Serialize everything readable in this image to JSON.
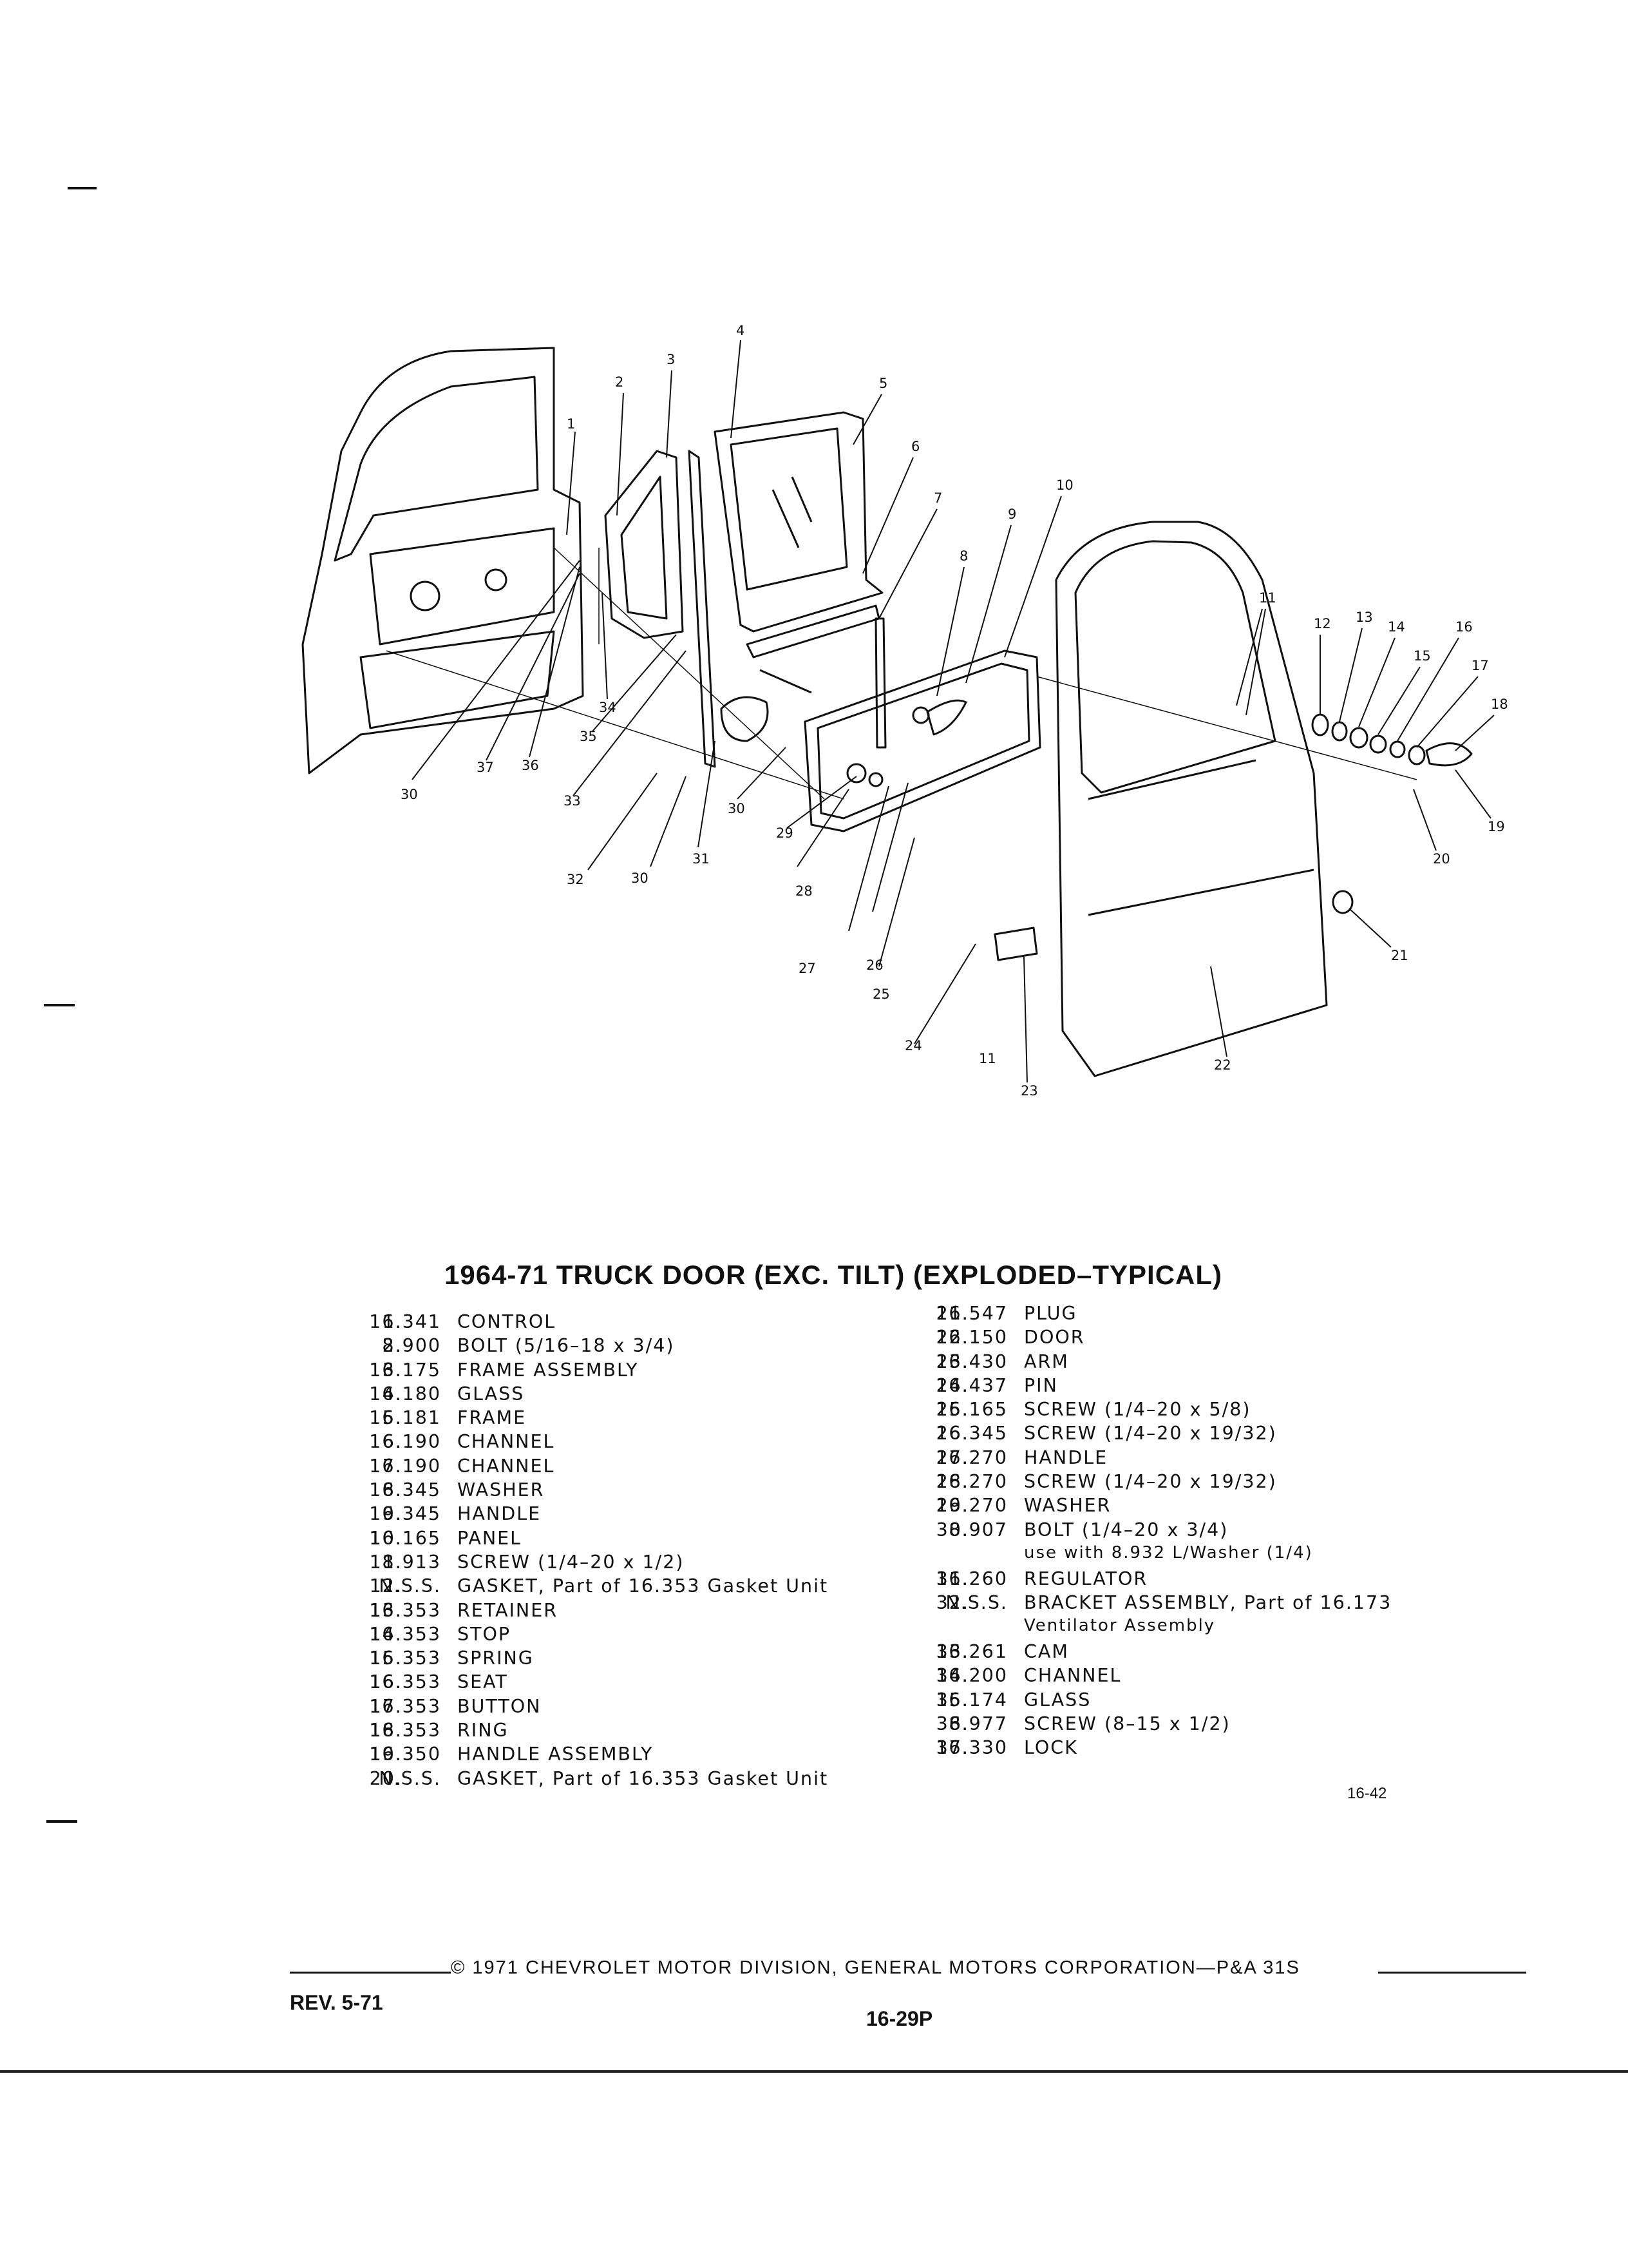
{
  "title": "1964-71 TRUCK DOOR (EXC. TILT) (EXPLODED–TYPICAL)",
  "parts_left": [
    {
      "num": "1.",
      "code": "16.341",
      "desc": "CONTROL"
    },
    {
      "num": "2.",
      "code": "8.900",
      "desc": "BOLT (5/16–18 x 3/4)"
    },
    {
      "num": "3.",
      "code": "16.175",
      "desc": "FRAME ASSEMBLY"
    },
    {
      "num": "4.",
      "code": "16.180",
      "desc": "GLASS"
    },
    {
      "num": "5.",
      "code": "16.181",
      "desc": "FRAME"
    },
    {
      "num": "6.",
      "code": "16.190",
      "desc": "CHANNEL"
    },
    {
      "num": "7.",
      "code": "16.190",
      "desc": "CHANNEL"
    },
    {
      "num": "8.",
      "code": "16.345",
      "desc": "WASHER"
    },
    {
      "num": "9.",
      "code": "16.345",
      "desc": "HANDLE"
    },
    {
      "num": "10.",
      "code": "16.165",
      "desc": "PANEL"
    },
    {
      "num": "11.",
      "code": "8.913",
      "desc": "SCREW (1/4–20 x 1/2)"
    },
    {
      "num": "12.",
      "code": "N.S.S.",
      "desc": "GASKET, Part of 16.353 Gasket Unit"
    },
    {
      "num": "13.",
      "code": "16.353",
      "desc": "RETAINER"
    },
    {
      "num": "14.",
      "code": "16.353",
      "desc": "STOP"
    },
    {
      "num": "15.",
      "code": "16.353",
      "desc": "SPRING"
    },
    {
      "num": "16.",
      "code": "16.353",
      "desc": "SEAT"
    },
    {
      "num": "17.",
      "code": "16.353",
      "desc": "BUTTON"
    },
    {
      "num": "18.",
      "code": "16.353",
      "desc": "RING"
    },
    {
      "num": "19.",
      "code": "16.350",
      "desc": "HANDLE ASSEMBLY"
    },
    {
      "num": "20.",
      "code": "N.S.S.",
      "desc": "GASKET, Part of 16.353 Gasket Unit"
    }
  ],
  "parts_right": [
    {
      "num": "21.",
      "code": "16.547",
      "desc": "PLUG"
    },
    {
      "num": "22.",
      "code": "16.150",
      "desc": "DOOR"
    },
    {
      "num": "23.",
      "code": "16.430",
      "desc": "ARM"
    },
    {
      "num": "24.",
      "code": "16.437",
      "desc": "PIN"
    },
    {
      "num": "25.",
      "code": "16.165",
      "desc": "SCREW (1/4–20 x 5/8)"
    },
    {
      "num": "26.",
      "code": "16.345",
      "desc": "SCREW (1/4–20 x 19/32)"
    },
    {
      "num": "27.",
      "code": "16.270",
      "desc": "HANDLE"
    },
    {
      "num": "28.",
      "code": "16.270",
      "desc": "SCREW (1/4–20 x 19/32)"
    },
    {
      "num": "29.",
      "code": "16.270",
      "desc": "WASHER"
    },
    {
      "num": "30.",
      "code": "8.907",
      "desc": "BOLT (1/4–20 x 3/4)",
      "note": "use with 8.932 L/Washer (1/4)"
    },
    {
      "num": "31.",
      "code": "16.260",
      "desc": "REGULATOR"
    },
    {
      "num": "32.",
      "code": "N.S.S.",
      "desc": "BRACKET ASSEMBLY, Part of 16.173",
      "note": "Ventilator Assembly"
    },
    {
      "num": "33.",
      "code": "16.261",
      "desc": "CAM"
    },
    {
      "num": "34.",
      "code": "16.200",
      "desc": "CHANNEL"
    },
    {
      "num": "35.",
      "code": "16.174",
      "desc": "GLASS"
    },
    {
      "num": "36.",
      "code": "8.977",
      "desc": "SCREW (8–15 x 1/2)"
    },
    {
      "num": "37.",
      "code": "16.330",
      "desc": "LOCK"
    }
  ],
  "callouts": [
    "1",
    "2",
    "3",
    "4",
    "5",
    "6",
    "7",
    "8",
    "9",
    "10",
    "11",
    "11",
    "12",
    "13",
    "14",
    "15",
    "16",
    "17",
    "18",
    "19",
    "20",
    "21",
    "22",
    "23",
    "24",
    "25",
    "26",
    "27",
    "28",
    "29",
    "30",
    "30",
    "30",
    "31",
    "32",
    "33",
    "34",
    "35",
    "36",
    "37"
  ],
  "figure_number": "16-42",
  "footer": {
    "copyright": "© 1971 CHEVROLET MOTOR DIVISION, GENERAL MOTORS CORPORATION—P&A 31S",
    "revision": "REV. 5-71",
    "page_number": "16-29P"
  }
}
